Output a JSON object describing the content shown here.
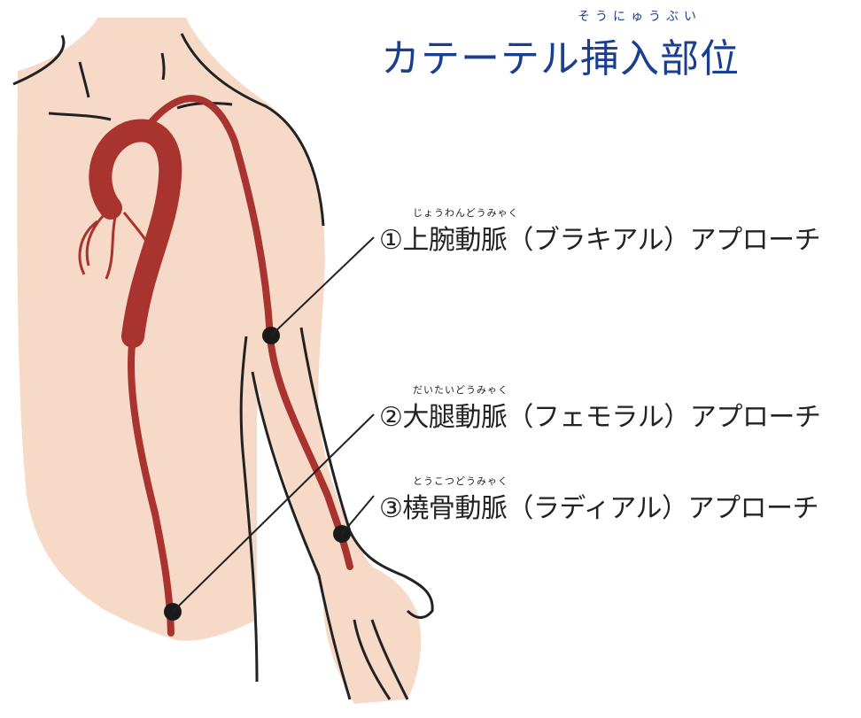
{
  "title": {
    "text": "カテーテル挿入部位",
    "ruby": "そうにゅうぶい",
    "color": "#1b3f8f"
  },
  "approaches": [
    {
      "label": "①上腕動脈（ブラキアル）アプローチ",
      "ruby": "じょうわんどうみゃく"
    },
    {
      "label": "②大腿動脈（フェモラル）アプローチ",
      "ruby": "だいたいどうみゃく"
    },
    {
      "label": "③橈骨動脈（ラディアル）アプローチ",
      "ruby": "とうこつどうみゃく"
    }
  ],
  "colors": {
    "skin": "#f7d9c8",
    "artery": "#a8332f",
    "outline": "#222222",
    "marker": "#1a1a1a"
  }
}
